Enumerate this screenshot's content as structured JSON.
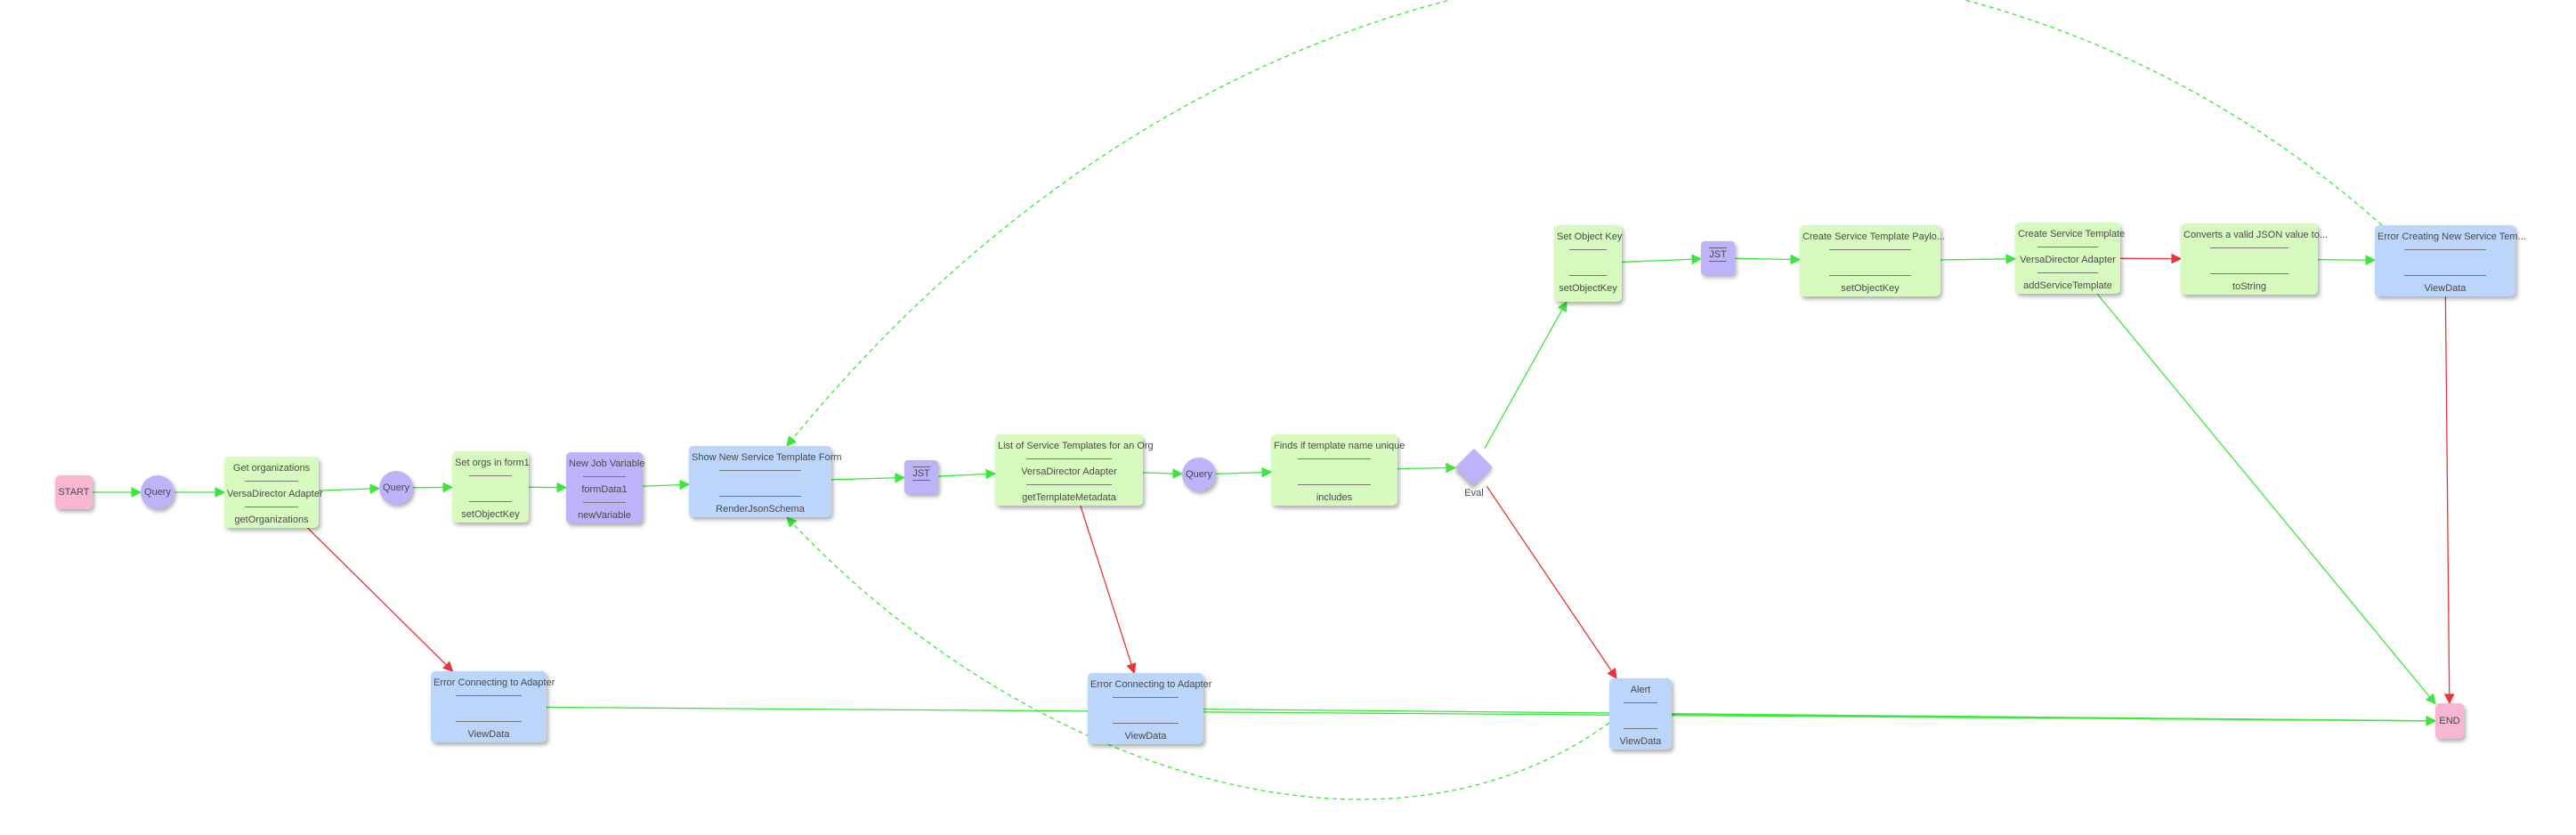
{
  "colors": {
    "task_green": "#d7fbbf",
    "task_blue": "#bbd5fb",
    "task_purple": "#bdb3f8",
    "terminal_pink": "#f8b6d1",
    "success_edge": "#3ae83a",
    "error_edge": "#e8353a"
  },
  "nodes": {
    "start": {
      "label": "START"
    },
    "query1": {
      "label": "Query"
    },
    "get_orgs": {
      "title": "Get organizations",
      "adapter": "VersaDirector Adapter",
      "method": "getOrganizations"
    },
    "query2": {
      "label": "Query"
    },
    "set_orgs": {
      "title": "Set orgs in form1",
      "adapter": "",
      "method": "setObjectKey"
    },
    "new_job_var": {
      "title": "New Job Variable",
      "adapter": "formData1",
      "method": "newVariable"
    },
    "show_form": {
      "title": "Show New Service Template Form",
      "adapter": "",
      "method": "RenderJsonSchema"
    },
    "jst1": {
      "label": "JST"
    },
    "list_templates": {
      "title": "List of Service Templates for an Org",
      "adapter": "VersaDirector Adapter",
      "method": "getTemplateMetadata"
    },
    "query3": {
      "label": "Query"
    },
    "finds_unique": {
      "title": "Finds if template name unique",
      "adapter": "",
      "method": "includes"
    },
    "eval": {
      "label": "Eval"
    },
    "set_object_key": {
      "title": "Set Object Key",
      "adapter": "",
      "method": "setObjectKey"
    },
    "jst2": {
      "label": "JST"
    },
    "create_payload": {
      "title": "Create Service Template Paylo...",
      "adapter": "",
      "method": "setObjectKey"
    },
    "create_template": {
      "title": "Create Service Template",
      "adapter": "VersaDirector Adapter",
      "method": "addServiceTemplate"
    },
    "converts_json": {
      "title": "Converts a valid JSON value to...",
      "adapter": "",
      "method": "toString"
    },
    "error_creating": {
      "title": "Error Creating New Service Tem...",
      "adapter": "",
      "method": "ViewData"
    },
    "error_adapter1": {
      "title": "Error Connecting to Adapter",
      "adapter": "",
      "method": "ViewData"
    },
    "error_adapter2": {
      "title": "Error Connecting to Adapter",
      "adapter": "",
      "method": "ViewData"
    },
    "alert": {
      "title": "Alert",
      "adapter": "",
      "method": "ViewData"
    },
    "end": {
      "label": "END"
    }
  },
  "edges": [
    {
      "from": "start",
      "to": "query1",
      "kind": "success"
    },
    {
      "from": "query1",
      "to": "get_orgs",
      "kind": "success"
    },
    {
      "from": "get_orgs",
      "to": "query2",
      "kind": "success"
    },
    {
      "from": "query2",
      "to": "set_orgs",
      "kind": "success"
    },
    {
      "from": "set_orgs",
      "to": "new_job_var",
      "kind": "success"
    },
    {
      "from": "new_job_var",
      "to": "show_form",
      "kind": "success"
    },
    {
      "from": "show_form",
      "to": "jst1",
      "kind": "success"
    },
    {
      "from": "jst1",
      "to": "list_templates",
      "kind": "success"
    },
    {
      "from": "list_templates",
      "to": "query3",
      "kind": "success"
    },
    {
      "from": "query3",
      "to": "finds_unique",
      "kind": "success"
    },
    {
      "from": "finds_unique",
      "to": "eval",
      "kind": "success"
    },
    {
      "from": "eval",
      "to": "set_object_key",
      "kind": "success"
    },
    {
      "from": "set_object_key",
      "to": "jst2",
      "kind": "success"
    },
    {
      "from": "jst2",
      "to": "create_payload",
      "kind": "success"
    },
    {
      "from": "create_payload",
      "to": "create_template",
      "kind": "success"
    },
    {
      "from": "create_template",
      "to": "converts_json",
      "kind": "error"
    },
    {
      "from": "converts_json",
      "to": "error_creating",
      "kind": "success"
    },
    {
      "from": "create_template",
      "to": "end",
      "kind": "success"
    },
    {
      "from": "error_creating",
      "to": "end",
      "kind": "error"
    },
    {
      "from": "error_creating",
      "to": "show_form",
      "kind": "loop"
    },
    {
      "from": "alert",
      "to": "show_form",
      "kind": "loop"
    },
    {
      "from": "get_orgs",
      "to": "error_adapter1",
      "kind": "error"
    },
    {
      "from": "list_templates",
      "to": "error_adapter2",
      "kind": "error"
    },
    {
      "from": "eval",
      "to": "alert",
      "kind": "error"
    },
    {
      "from": "error_adapter1",
      "to": "end",
      "kind": "success"
    },
    {
      "from": "error_adapter2",
      "to": "end",
      "kind": "success"
    },
    {
      "from": "alert",
      "to": "end",
      "kind": "success"
    }
  ]
}
